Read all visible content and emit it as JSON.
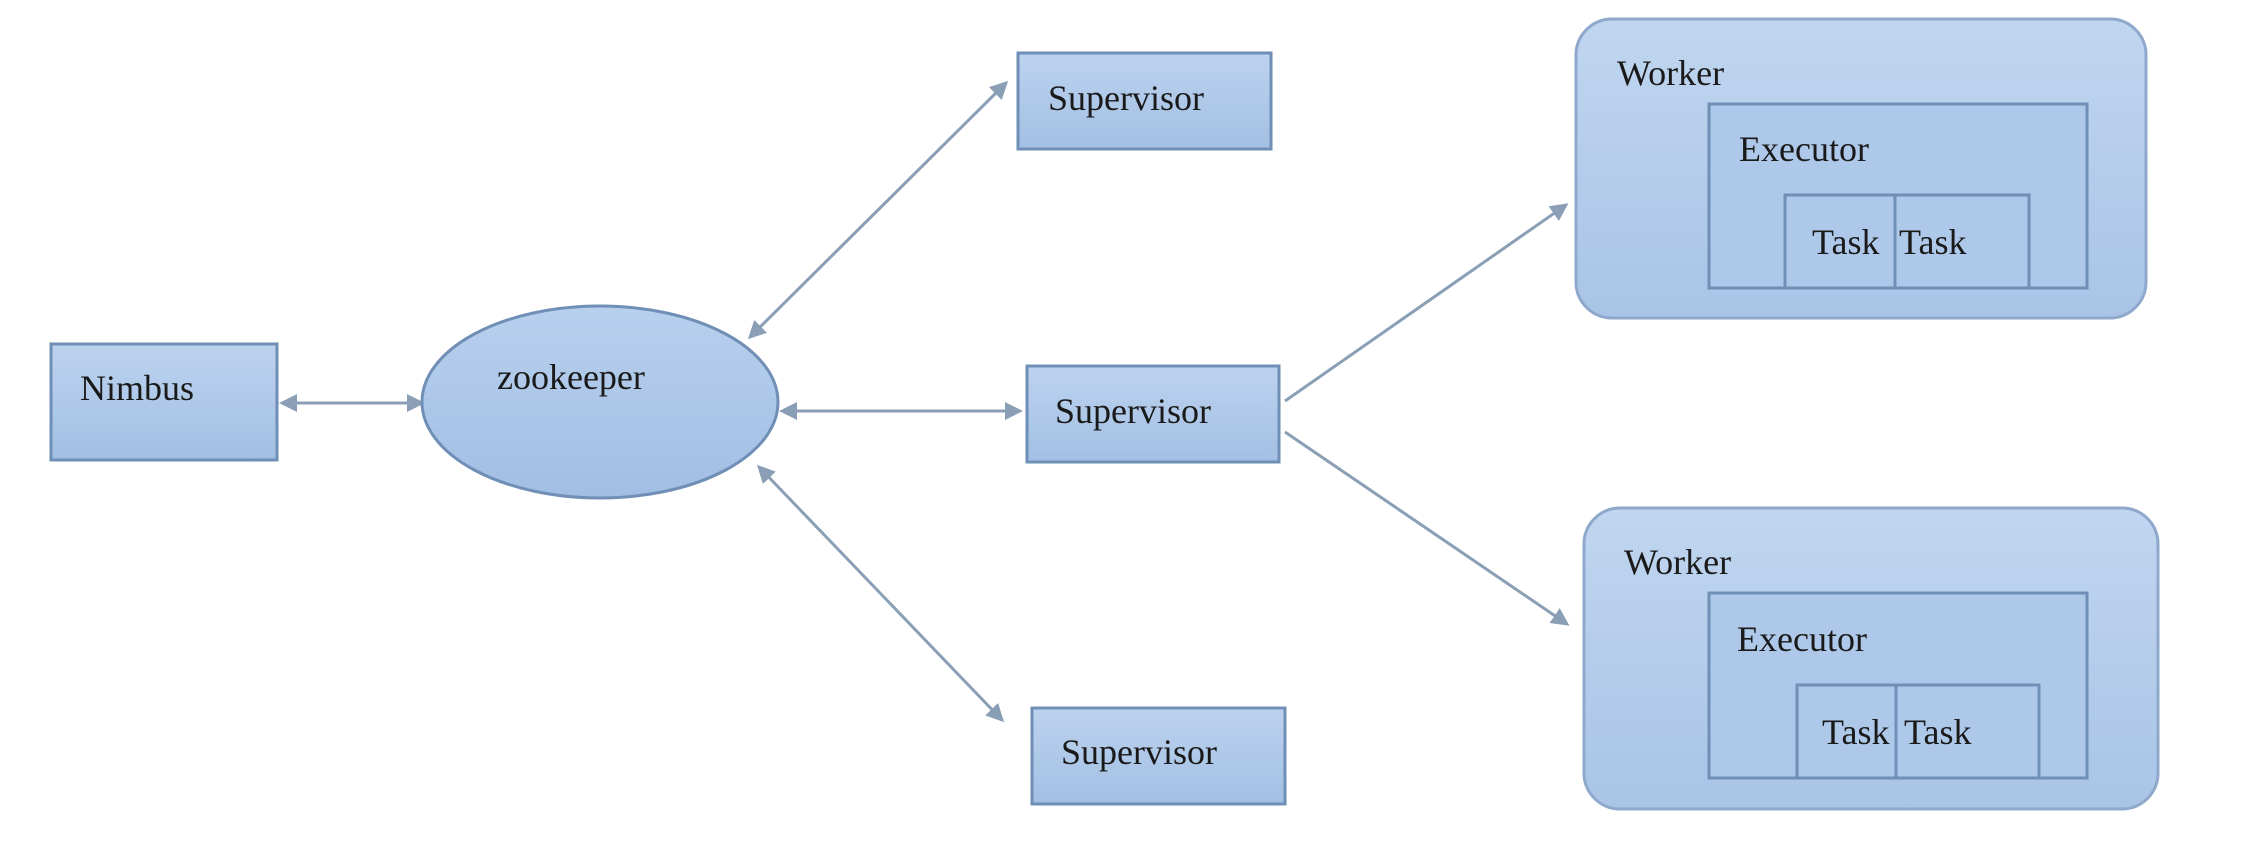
{
  "nodes": {
    "nimbus": "Nimbus",
    "zookeeper": "zookeeper",
    "supervisor_top": "Supervisor",
    "supervisor_middle": "Supervisor",
    "supervisor_bottom": "Supervisor",
    "worker_top": {
      "label": "Worker",
      "executor": "Executor",
      "tasks": [
        "Task",
        "Task"
      ]
    },
    "worker_bottom": {
      "label": "Worker",
      "executor": "Executor",
      "tasks": [
        "Task",
        "Task"
      ]
    }
  },
  "colors": {
    "box_fill": "#a9c4e6",
    "box_stroke": "#6f8fb6",
    "worker_fill": "#b4cdeb",
    "executor_fill": "#afc9ea",
    "arrow": "#8a9fb5"
  }
}
